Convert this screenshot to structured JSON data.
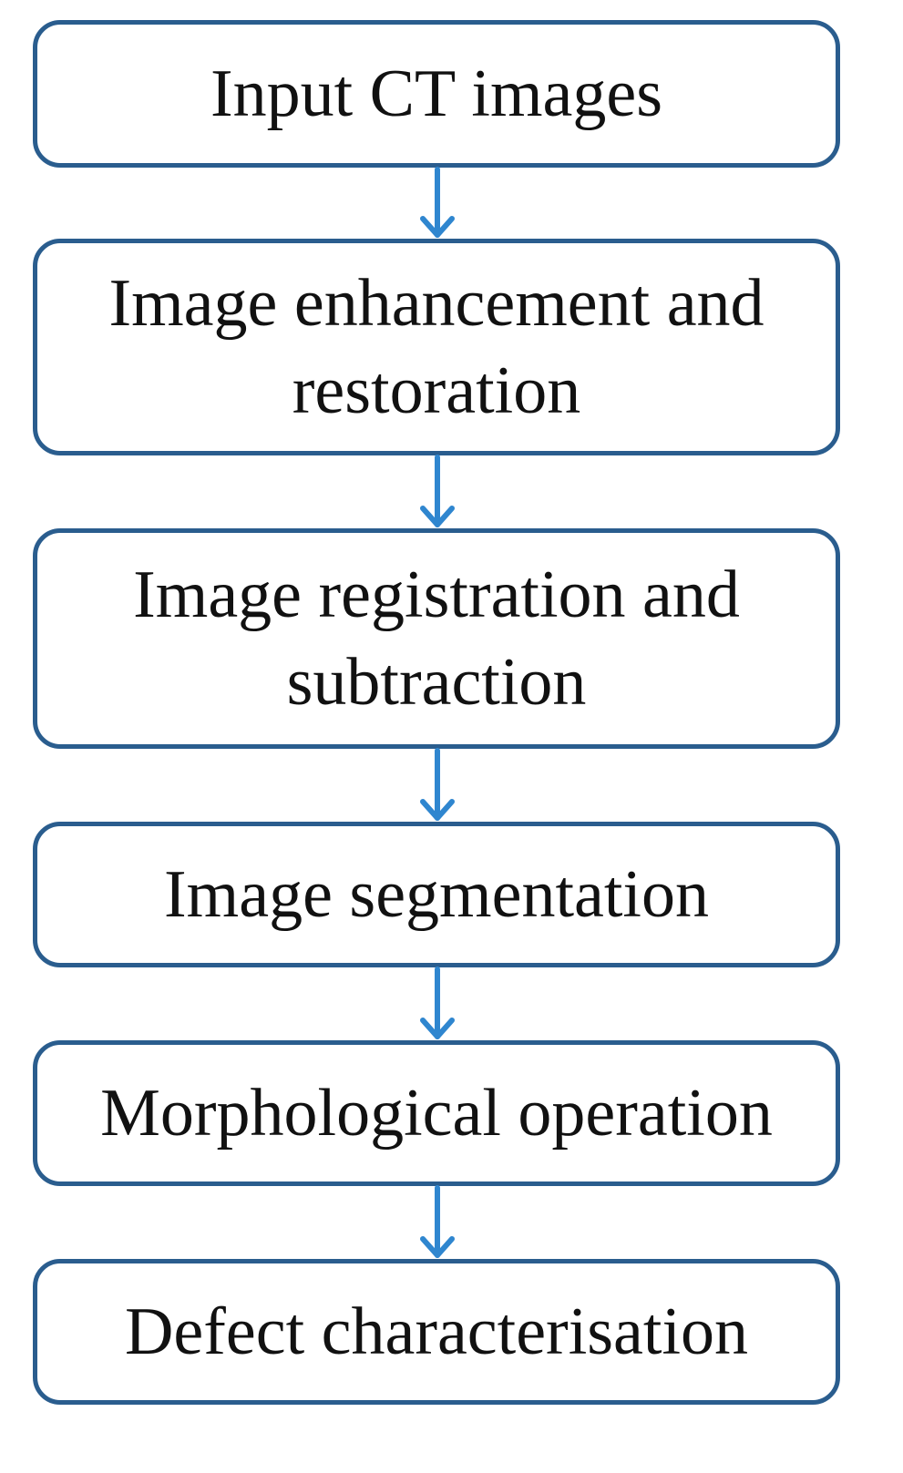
{
  "diagram": {
    "steps": [
      {
        "lines": [
          "Input CT images"
        ]
      },
      {
        "lines": [
          "Image enhancement and",
          "restoration"
        ]
      },
      {
        "lines": [
          "Image registration and",
          "subtraction"
        ]
      },
      {
        "lines": [
          "Image segmentation"
        ]
      },
      {
        "lines": [
          "Morphological operation"
        ]
      },
      {
        "lines": [
          "Defect characterisation"
        ]
      }
    ],
    "colors": {
      "box_border": "#2a5d8e",
      "arrow": "#2f86cf",
      "text": "#111111",
      "background": "#ffffff"
    }
  }
}
